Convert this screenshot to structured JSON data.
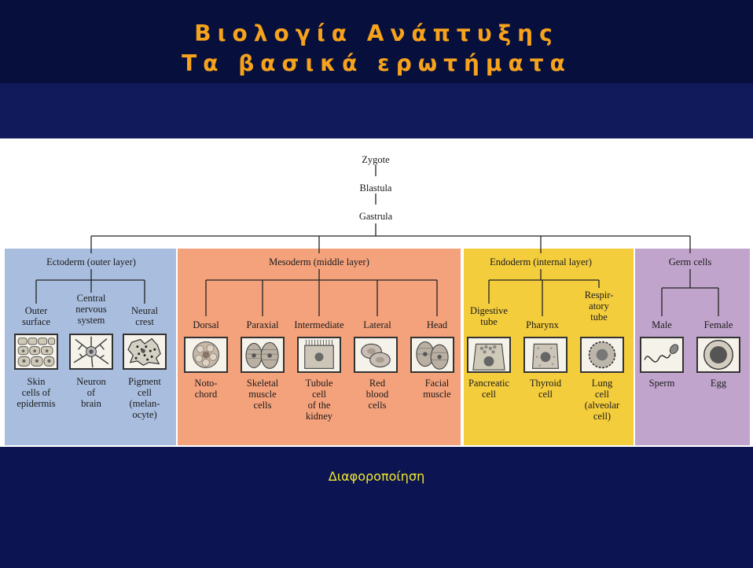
{
  "slide": {
    "title_line1": "Βιολογία Ανάπτυξης",
    "title_line2": "Τα βασικά ερωτήματα",
    "caption": "Διαφοροποίηση"
  },
  "diagram": {
    "root": [
      "Zygote",
      "Blastula",
      "Gastrula"
    ],
    "ectoderm": {
      "label": "Ectoderm (outer layer)",
      "branches": [
        {
          "name": [
            "Outer",
            "surface"
          ],
          "cell": [
            "Skin",
            "cells of",
            "epidermis"
          ],
          "icon": "skin-cells-icon"
        },
        {
          "name": [
            "Central",
            "nervous",
            "system"
          ],
          "cell": [
            "Neuron",
            "of",
            "brain"
          ],
          "icon": "neuron-icon"
        },
        {
          "name": [
            "Neural",
            "crest"
          ],
          "cell": [
            "Pigment",
            "cell",
            "(melan-",
            "ocyte)"
          ],
          "icon": "pigment-cell-icon"
        }
      ]
    },
    "mesoderm": {
      "label": "Mesoderm (middle layer)",
      "branches": [
        {
          "name": [
            "Dorsal"
          ],
          "cell": [
            "Noto-",
            "chord"
          ],
          "icon": "notochord-icon"
        },
        {
          "name": [
            "Paraxial"
          ],
          "cell": [
            "Skeletal",
            "muscle",
            "cells"
          ],
          "icon": "skeletal-muscle-icon"
        },
        {
          "name": [
            "Intermediate"
          ],
          "cell": [
            "Tubule",
            "cell",
            "of the",
            "kidney"
          ],
          "icon": "kidney-tubule-icon"
        },
        {
          "name": [
            "Lateral"
          ],
          "cell": [
            "Red",
            "blood",
            "cells"
          ],
          "icon": "red-blood-cells-icon"
        },
        {
          "name": [
            "Head"
          ],
          "cell": [
            "Facial",
            "muscle"
          ],
          "icon": "facial-muscle-icon"
        }
      ]
    },
    "endoderm": {
      "label": "Endoderm (internal layer)",
      "branches": [
        {
          "name": [
            "Digestive",
            "tube"
          ],
          "cell": [
            "Pancreatic",
            "cell"
          ],
          "icon": "pancreatic-cell-icon"
        },
        {
          "name": [
            "Pharynx"
          ],
          "cell": [
            "Thyroid",
            "cell"
          ],
          "icon": "thyroid-cell-icon"
        },
        {
          "name": [
            "Respir-",
            "atory",
            "tube"
          ],
          "cell": [
            "Lung",
            "cell",
            "(alveolar",
            "cell)"
          ],
          "icon": "lung-cell-icon"
        }
      ]
    },
    "germ": {
      "label": "Germ cells",
      "branches": [
        {
          "name": [
            "Male"
          ],
          "cell": [
            "Sperm"
          ],
          "icon": "sperm-icon"
        },
        {
          "name": [
            "Female"
          ],
          "cell": [
            "Egg"
          ],
          "icon": "egg-icon"
        }
      ]
    }
  },
  "colors": {
    "background": "#0c1452",
    "title": "#f6a21c",
    "caption": "#f2ea2c",
    "ectoderm": "#a9bedf",
    "mesoderm": "#f4a27c",
    "endoderm": "#f4cd3d",
    "germ": "#c1a4cc"
  }
}
